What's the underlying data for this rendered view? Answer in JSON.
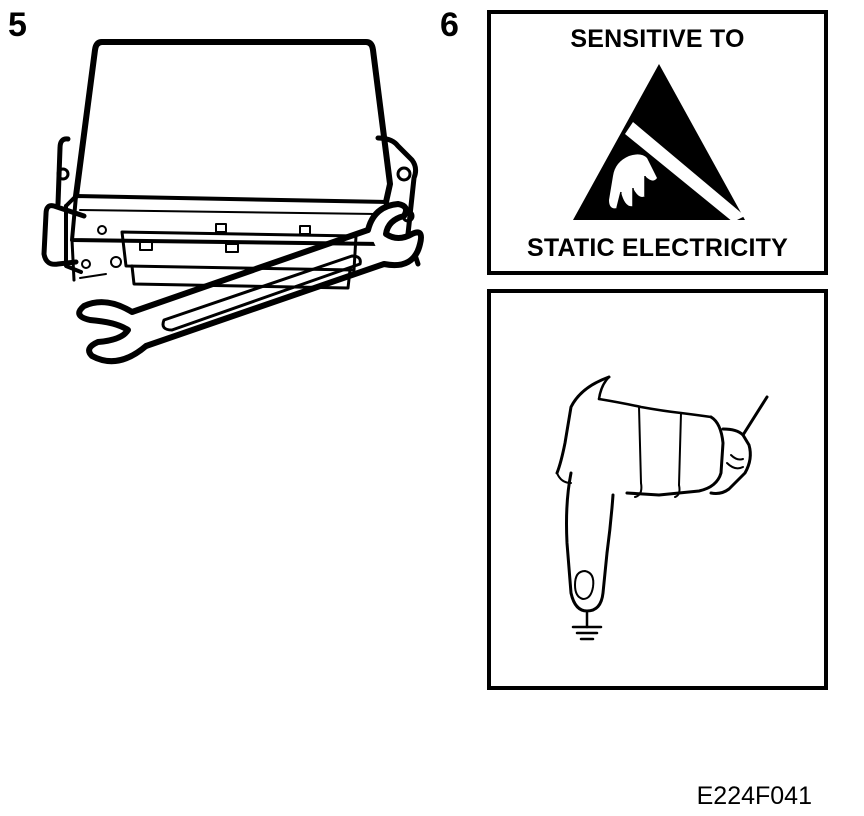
{
  "steps": {
    "left_number": "5",
    "right_number": "6"
  },
  "esd_panel": {
    "line_top": "SENSITIVE TO",
    "line_bottom": "STATIC ELECTRICITY"
  },
  "figure_code": "E224F041",
  "icons": {
    "esd_symbol": "esd-warning-triangle-hand-icon",
    "ground_symbol": "ground-symbol-icon",
    "wrench": "open-end-wrench-icon",
    "hand": "pointing-hand-icon"
  },
  "colors": {
    "ink": "#000000",
    "paper": "#ffffff"
  }
}
